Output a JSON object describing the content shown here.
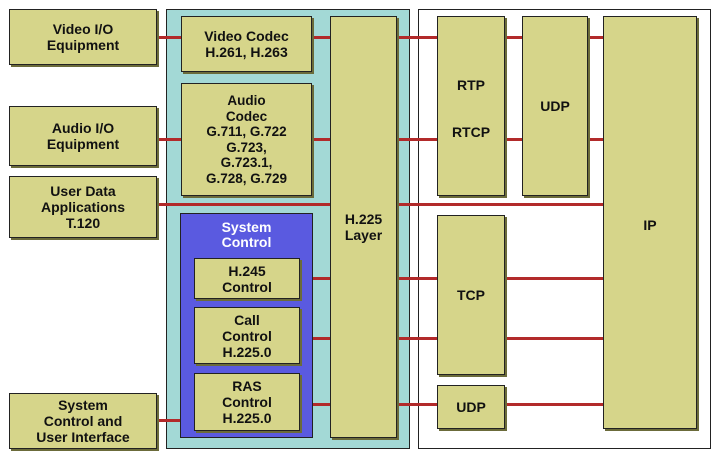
{
  "external": {
    "video_io": "Video I/O\nEquipment",
    "audio_io": "Audio I/O\nEquipment",
    "user_data": "User Data\nApplications\nT.120",
    "system_control_ui": "System\nControl and\nUser Interface"
  },
  "codecs": {
    "video_codec": "Video Codec\nH.261, H.263",
    "audio_codec": "Audio\nCodec\nG.711, G.722\nG.723,\nG.723.1,\nG.728, G.729"
  },
  "system_control": {
    "title": "System\nControl",
    "h245": "H.245\nControl",
    "call": "Call\nControl\nH.225.0",
    "ras": "RAS\nControl\nH.225.0"
  },
  "h225_layer": "H.225\nLayer",
  "transport": {
    "rtp": "RTP",
    "rtcp": "RTCP",
    "udp_top": "UDP",
    "tcp": "TCP",
    "udp_bottom": "UDP"
  },
  "ip": "IP",
  "colors": {
    "box_fill": "#d6d58a",
    "teal_panel": "#a3d9d6",
    "system_control_panel": "#5a5ae0",
    "link": "#b22a2a"
  }
}
